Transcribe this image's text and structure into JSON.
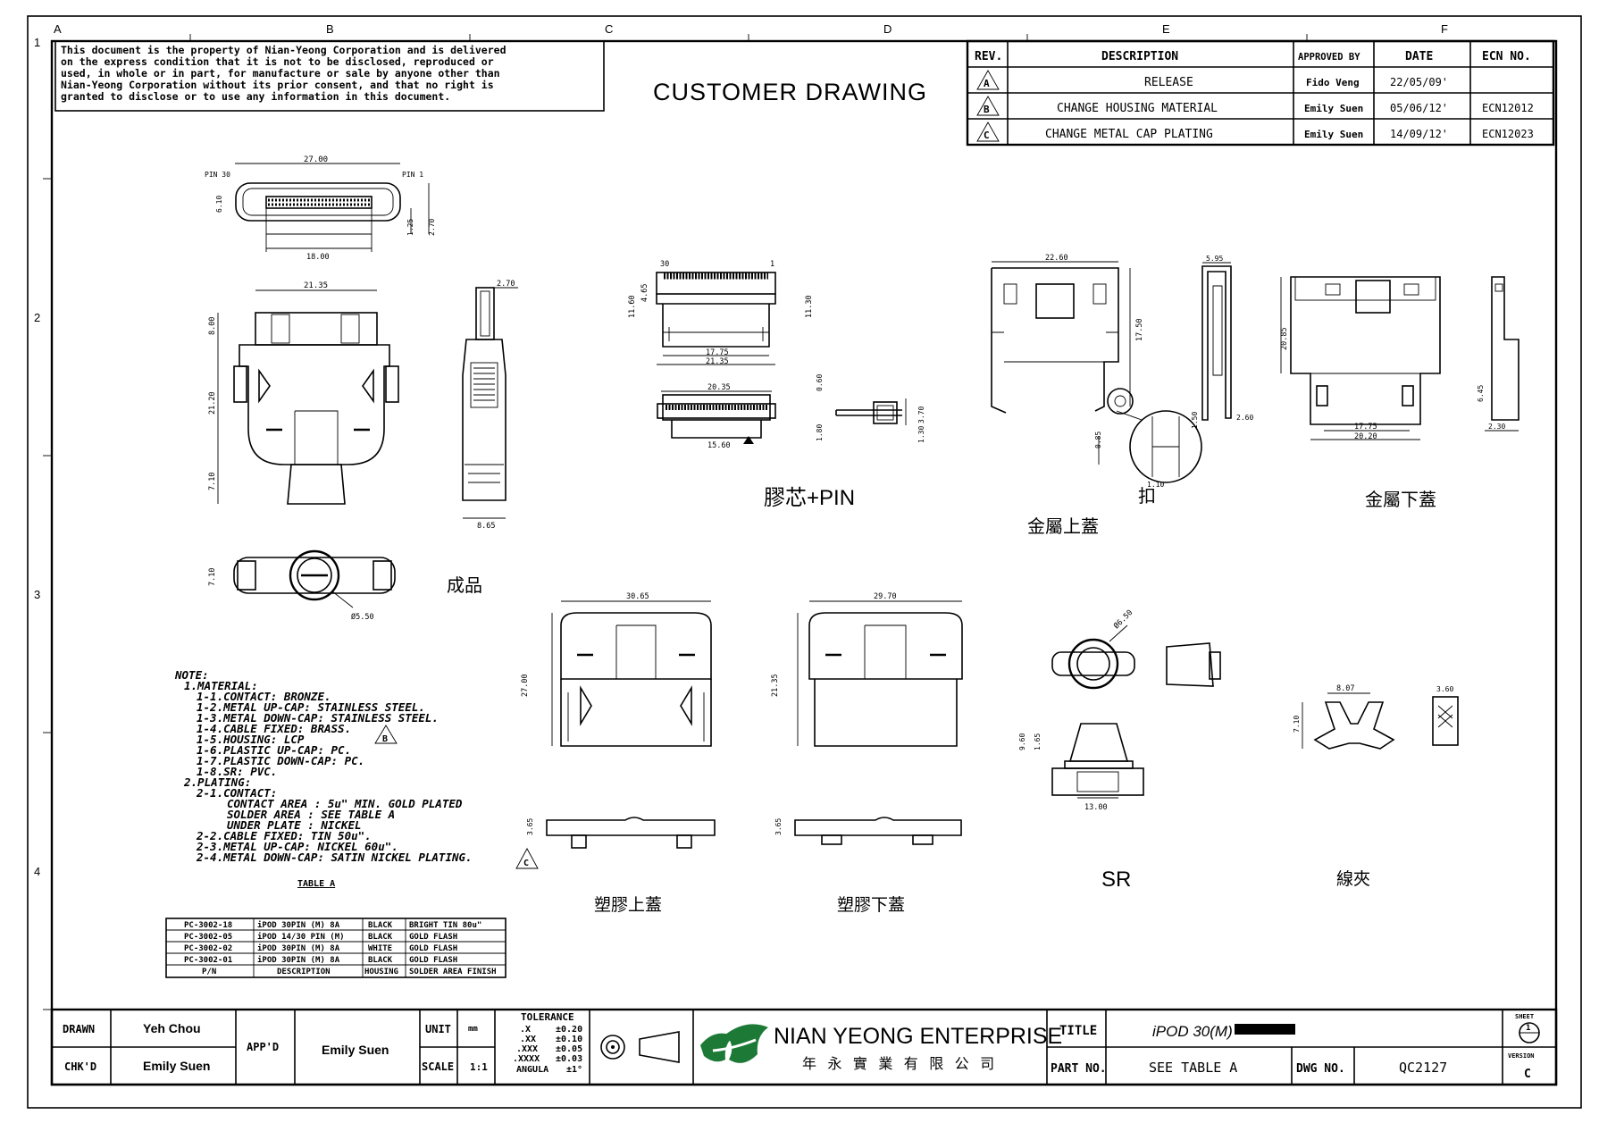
{
  "drawing": {
    "heading": "CUSTOMER  DRAWING",
    "zone_letters": [
      "A",
      "B",
      "C",
      "D",
      "E",
      "F"
    ],
    "zone_numbers": [
      "1",
      "2",
      "3",
      "4"
    ]
  },
  "notice": [
    "This document is the property of Nian-Yeong Corporation and is delivered",
    "on  the  express condition that it is not to be disclosed, reproduced or",
    "used, in whole or in part, for manufacture or sale by anyone other than",
    "Nian-Yeong Corporation without  its prior consent, and that  no right  is",
    "granted to disclose or to use any information in this  document."
  ],
  "revision_table": {
    "headers": [
      "REV.",
      "DESCRIPTION",
      "APPROVED BY",
      "DATE",
      "ECN NO."
    ],
    "rows": [
      {
        "rev": "A",
        "description": "RELEASE",
        "approved": "Fido Veng",
        "date": "22/05/09'",
        "ecn": ""
      },
      {
        "rev": "B",
        "description": "CHANGE HOUSING MATERIAL",
        "approved": "Emily Suen",
        "date": "05/06/12'",
        "ecn": "ECN12012"
      },
      {
        "rev": "C",
        "description": "CHANGE METAL CAP PLATING",
        "approved": "Emily Suen",
        "date": "14/09/12'",
        "ecn": "ECN12023"
      }
    ]
  },
  "dims": {
    "top_view": {
      "width": "27.00",
      "height": "6.10",
      "pin_left": "PIN 30",
      "pin_right": "PIN 1",
      "inner": "18.00",
      "d1": "1.25",
      "d2": "2.70"
    },
    "front": {
      "w": "21.35",
      "h1": "8.00",
      "h2": "21.20",
      "h3": "7.10"
    },
    "side": {
      "w": "2.70",
      "b": "8.65"
    },
    "end": {
      "h": "7.10",
      "d": "Ø5.50"
    },
    "insert": {
      "pin": "30",
      "pin1": "1",
      "h1": "11.60",
      "h2": "4.65",
      "h3": "11.30",
      "w1": "17.75",
      "w2": "21.35",
      "w3": "20.35",
      "w4": "15.60",
      "s1": "0.60",
      "s2": "3.70",
      "s3": "1.80",
      "s4": "1.30"
    },
    "upcap": {
      "w": "22.60",
      "h": "17.50",
      "t": "5.95",
      "d1": "2.60",
      "d2": "0.85",
      "d3": "1.10",
      "d4": "1.50"
    },
    "downcap": {
      "h": "20.85",
      "w1": "17.75",
      "w2": "20.20",
      "d1": "6.45",
      "d2": "2.30"
    },
    "plastic_up": {
      "w": "30.65",
      "h": "27.00",
      "t": "3.65"
    },
    "plastic_down": {
      "w": "29.70",
      "h": "21.35",
      "t": "3.65"
    },
    "sr": {
      "d": "Ø6.50",
      "h1": "9.60",
      "h2": "1.65",
      "w": "13.00"
    },
    "clip": {
      "w": "8.07",
      "h": "7.10",
      "t": "3.60"
    }
  },
  "labels": {
    "finished": "成品",
    "insert_pin": "膠芯+PIN",
    "metal_up": "金屬上蓋",
    "metal_down": "金屬下蓋",
    "cable_fix": "扣",
    "plastic_up": "塑膠上蓋",
    "plastic_down": "塑膠下蓋",
    "sr": "SR",
    "clip": "線夾"
  },
  "notes": [
    "NOTE:",
    "1.MATERIAL:",
    "1-1.CONTACT: BRONZE.",
    "1-2.METAL UP-CAP: STAINLESS STEEL.",
    "1-3.METAL DOWN-CAP: STAINLESS STEEL.",
    "1-4.CABLE FIXED: BRASS.",
    "1-5.HOUSING: LCP",
    "1-6.PLASTIC UP-CAP: PC.",
    "1-7.PLASTIC DOWN-CAP: PC.",
    "1-8.SR: PVC.",
    "2.PLATING:",
    "2-1.CONTACT:",
    "CONTACT AREA : 5u\" MIN. GOLD PLATED",
    "SOLDER AREA : SEE TABLE A",
    "UNDER PLATE : NICKEL",
    "2-2.CABLE FIXED: TIN 50u\".",
    "2-3.METAL UP-CAP: NICKEL 60u\".",
    "2-4.METAL DOWN-CAP: SATIN NICKEL PLATING."
  ],
  "notes_rev_b": "B",
  "notes_rev_c": "C",
  "table_a": {
    "title": "TABLE A",
    "rows": [
      [
        "PC-3002-18",
        "iPOD 30PIN (M) 8A",
        "BLACK",
        "BRIGHT TIN 80u\""
      ],
      [
        "PC-3002-05",
        "iPOD 14/30 PIN (M)",
        "BLACK",
        "GOLD FLASH"
      ],
      [
        "PC-3002-02",
        "iPOD 30PIN (M) 8A",
        "WHITE",
        "GOLD FLASH"
      ],
      [
        "PC-3002-01",
        "iPOD 30PIN (M) 8A",
        "BLACK",
        "GOLD FLASH"
      ]
    ],
    "header": [
      "P/N",
      "DESCRIPTION",
      "HOUSING",
      "SOLDER AREA FINISH"
    ]
  },
  "title_block": {
    "drawn_label": "DRAWN",
    "drawn": "Yeh Chou",
    "chkd_label": "CHK'D",
    "chkd": "Emily Suen",
    "appd_label": "APP'D",
    "appd": "Emily Suen",
    "unit_label": "UNIT",
    "unit": "mm",
    "scale_label": "SCALE",
    "scale": "1:1",
    "tol_title": "TOLERANCE",
    "tol": [
      [
        ".X",
        "±0.20"
      ],
      [
        ".XX",
        "±0.10"
      ],
      [
        ".XXX",
        "±0.05"
      ],
      [
        ".XXXX",
        "±0.03"
      ],
      [
        "ANGULA",
        "±1°"
      ]
    ],
    "company": "NIAN YEONG ENTERPRISE",
    "company_cn": "年 永 實 業 有 限 公 司",
    "title_label": "TITLE",
    "title": "iPOD 30(M)",
    "part_label": "PART NO.",
    "part": "SEE TABLE A",
    "dwg_label": "DWG NO.",
    "dwg": "QC2127",
    "sheet_label": "SHEET",
    "sheet": "1",
    "version_label": "VERSION",
    "version": "C"
  },
  "colors": {
    "ink": "#000000",
    "logo_green": "#1d7a36",
    "paper": "#ffffff"
  }
}
